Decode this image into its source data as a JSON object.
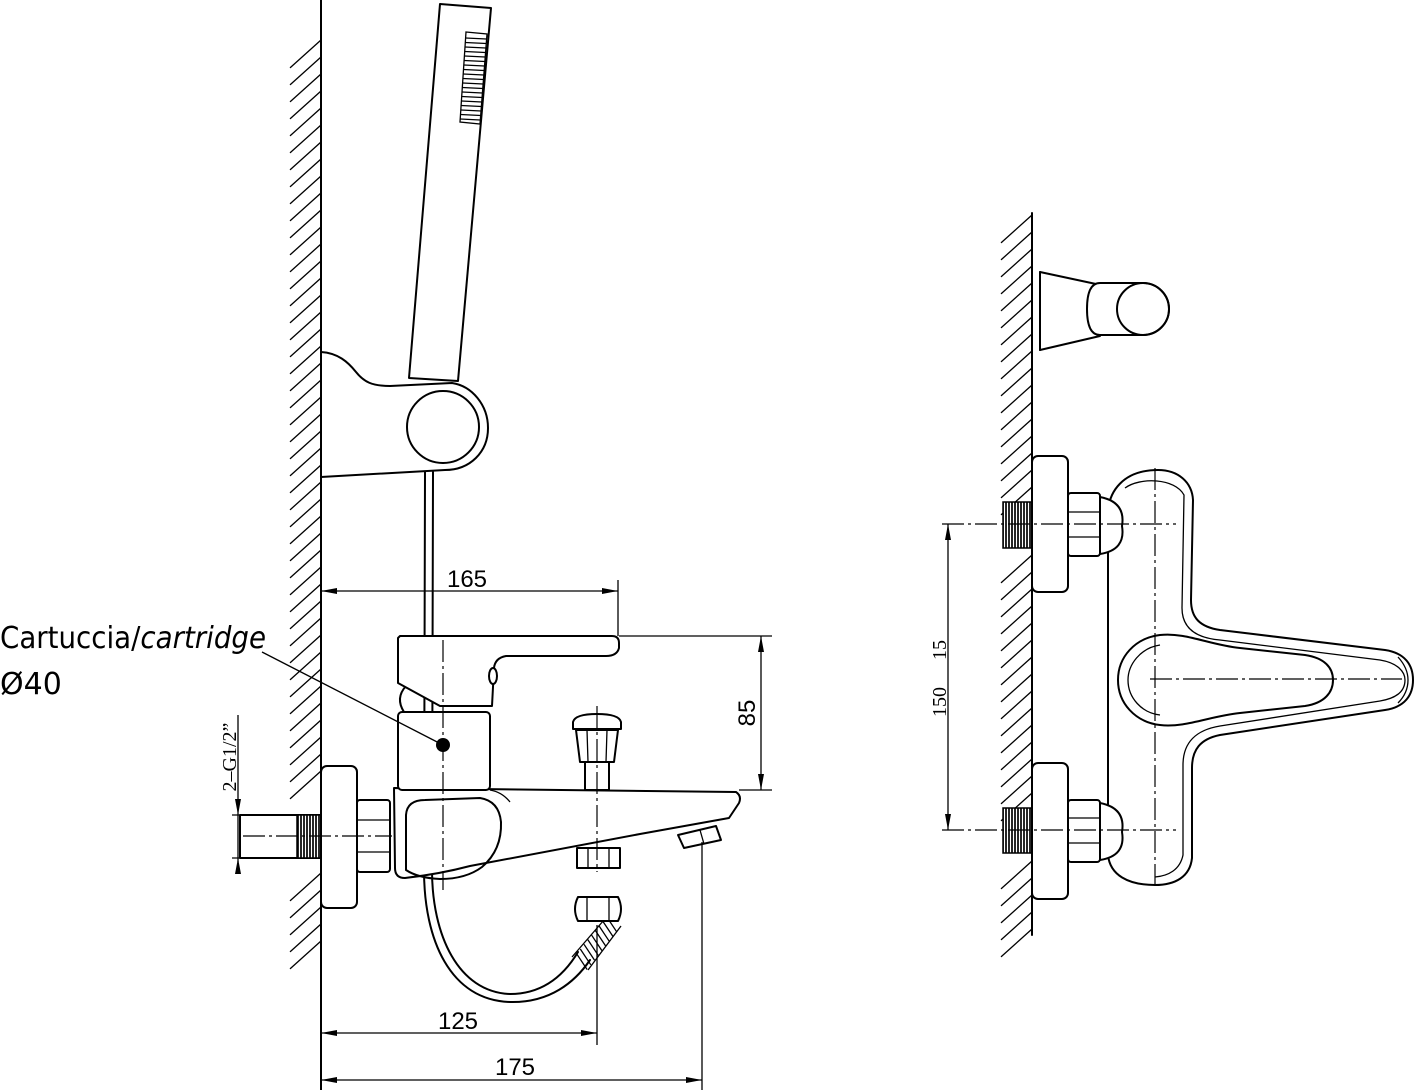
{
  "drawing": {
    "side_view": {
      "dim_width_top": "165",
      "cartridge_label_it": "Cartuccia/",
      "cartridge_label_en": "cartridge",
      "cartridge_diameter": "Ø40",
      "dim_height": "85",
      "dim_thread": "2–G1/2”",
      "dim_diverter": "125",
      "dim_spout": "175"
    },
    "front_view": {
      "dim_centers": "150",
      "dim_offset": "15"
    }
  },
  "colors": {
    "line": "#000000",
    "background": "#ffffff"
  }
}
